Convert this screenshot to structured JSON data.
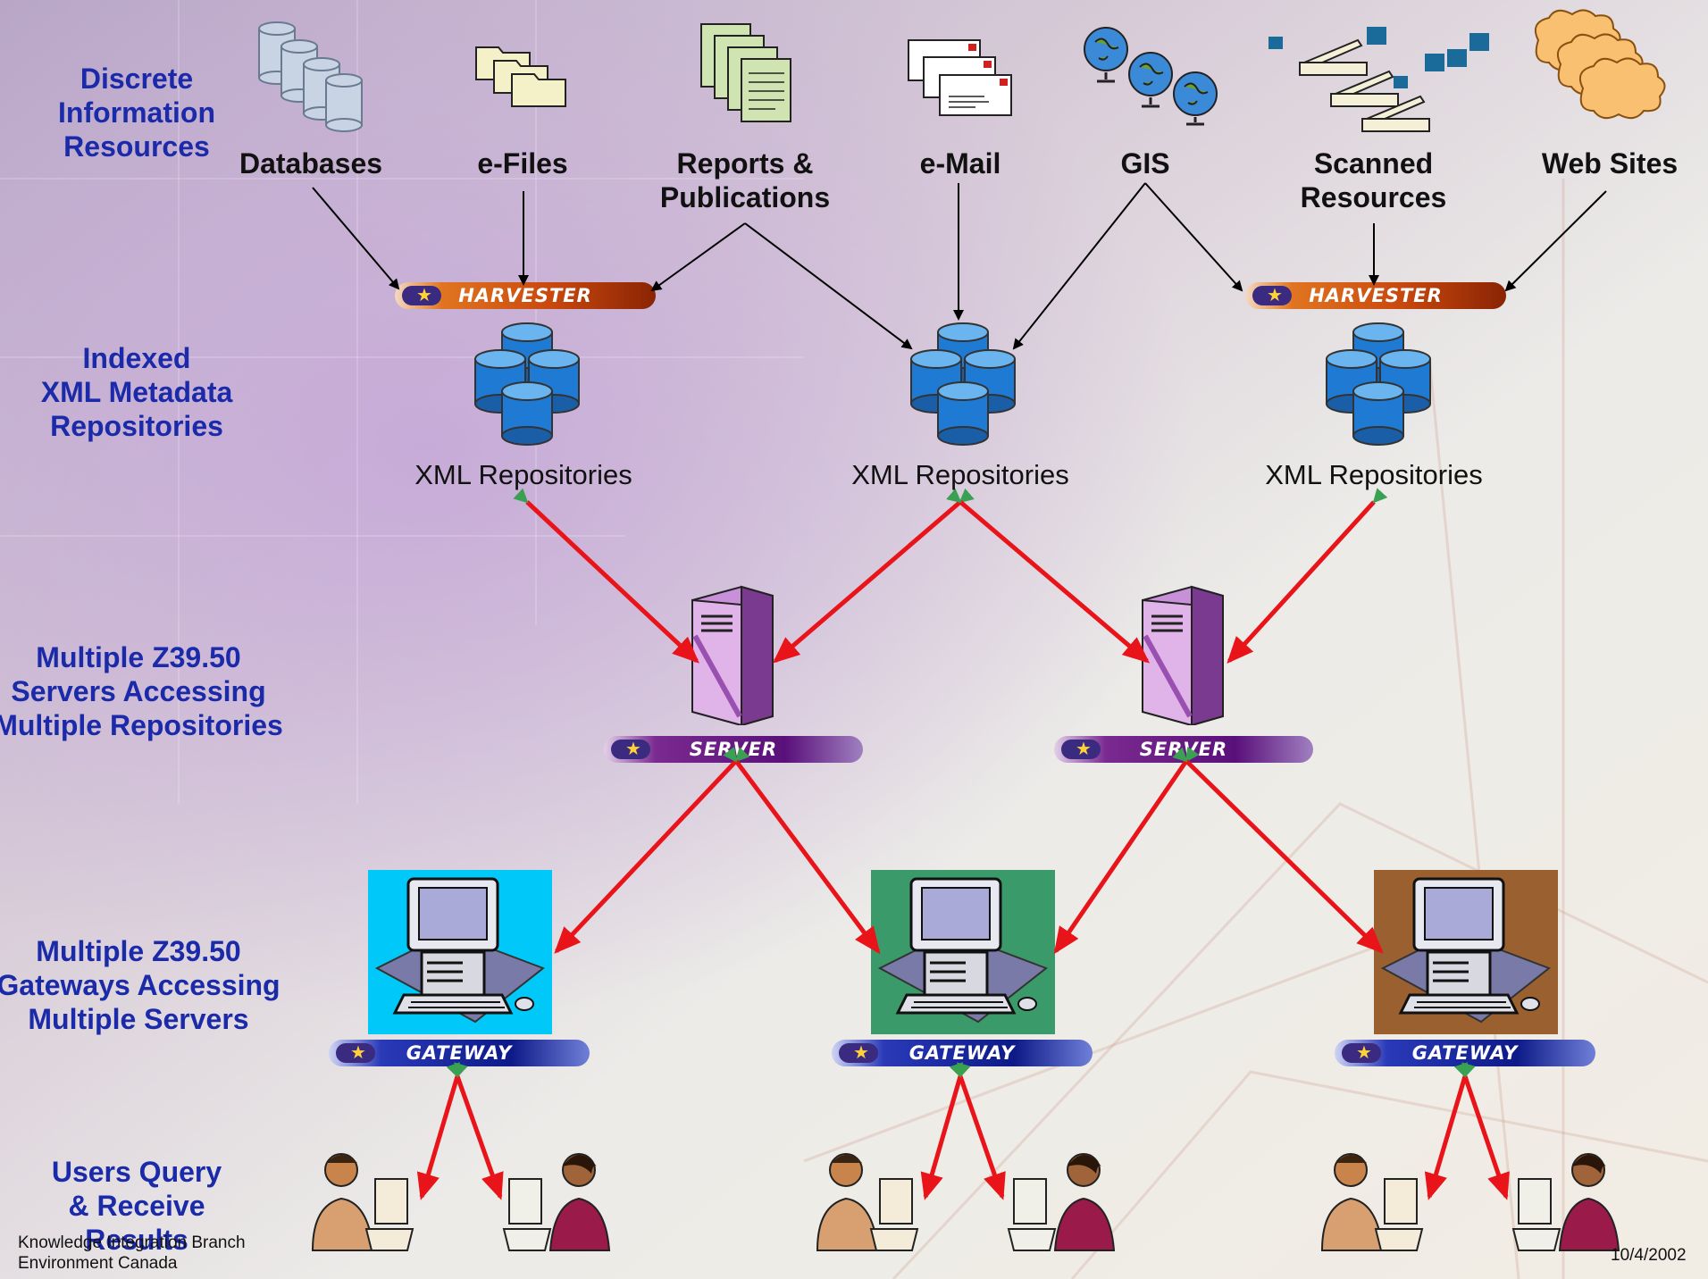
{
  "side_labels": {
    "discrete": "Discrete\nInformation\nResources",
    "indexed": "Indexed\nXML Metadata\nRepositories",
    "servers": "Multiple Z39.50\nServers Accessing\nMultiple Repositories",
    "gateways": "Multiple Z39.50\nGateways Accessing\nMultiple Servers",
    "users": "Users Query\n& Receive\nResults"
  },
  "sources": {
    "databases": "Databases",
    "efiles": "e-Files",
    "reports": "Reports &\nPublications",
    "email": "e-Mail",
    "gis": "GIS",
    "scanned": "Scanned\nResources",
    "websites": "Web Sites"
  },
  "banners": {
    "harvester": "HARVESTER",
    "server": "SERVER",
    "gateway": "GATEWAY"
  },
  "repositories": {
    "label": "XML Repositories"
  },
  "footer": {
    "org_line1": "Knowledge Integration Branch",
    "org_line2": "Environment Canada",
    "date": "10/4/2002"
  },
  "colors": {
    "side_label": "#1a2aa8",
    "link_arrow": "#e8141a",
    "source_arrow": "#000000",
    "gateway_screens": [
      "#00c8f8",
      "#3a9a6a",
      "#9a6030"
    ]
  }
}
